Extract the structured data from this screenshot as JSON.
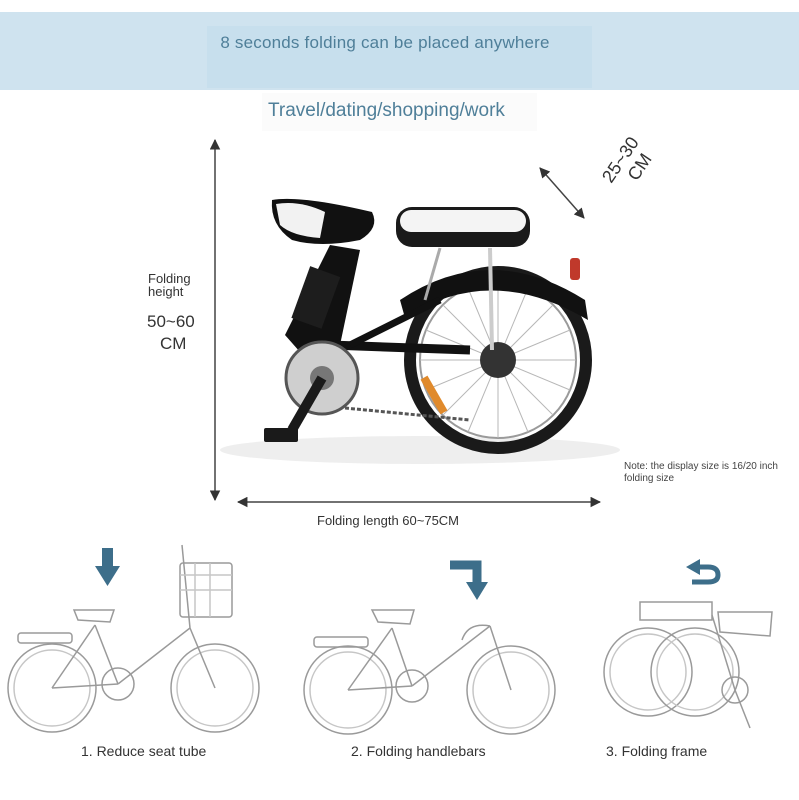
{
  "banner": {
    "title": "8 seconds folding can be placed anywhere",
    "subtitle": "Travel/dating/shopping/work"
  },
  "dimensions": {
    "folding_height_label_line1": "Folding",
    "folding_height_label_line2": "height",
    "folding_height_value_line1": "50~60",
    "folding_height_value_line2": "CM",
    "width_value_line1": "25~30",
    "width_value_line2": "CM",
    "folding_length": "Folding length 60~75CM"
  },
  "note": "Note: the display size is 16/20 inch folding size",
  "steps": [
    {
      "label": "1. Reduce seat tube",
      "icon": "down-arrow-icon"
    },
    {
      "label": "2. Folding handlebars",
      "icon": "turn-down-arrow-icon"
    },
    {
      "label": "3. Folding frame",
      "icon": "u-turn-arrow-icon"
    }
  ],
  "colors": {
    "banner_bg": "#cfe3ef",
    "banner_text": "#4f7f99",
    "arrow_blue": "#3d6e8a"
  }
}
